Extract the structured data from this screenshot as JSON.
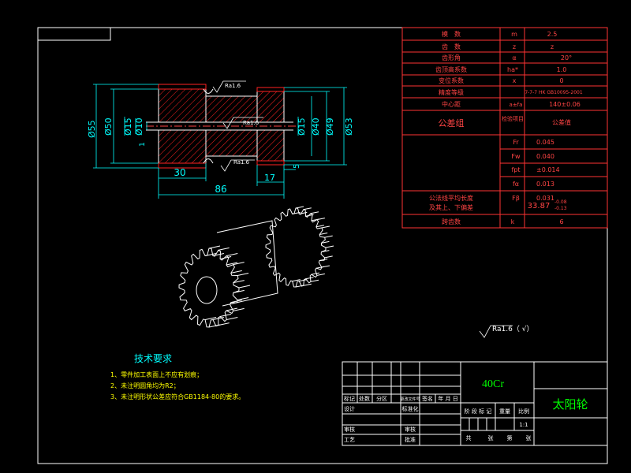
{
  "params_table": {
    "rows": [
      {
        "name": "模　数",
        "symbol": "m",
        "value": "2.5"
      },
      {
        "name": "齿　数",
        "symbol": "z",
        "value": "z"
      },
      {
        "name": "齿形角",
        "symbol": "α",
        "value": "20°"
      },
      {
        "name": "齿顶高系数",
        "symbol": "ha*",
        "value": "1.0"
      },
      {
        "name": "变位系数",
        "symbol": "x",
        "value": "0"
      },
      {
        "name": "精度等级",
        "symbol": "",
        "value": "7-7-7 HK GB10095-2001"
      },
      {
        "name": "中心距",
        "symbol": "a±fa",
        "value": "140±0.06"
      }
    ],
    "tolerance_group": {
      "label": "公差组",
      "sub_header": "检验项目",
      "value_header": "公差值",
      "items": [
        {
          "symbol": "Fr",
          "value": "0.045"
        },
        {
          "symbol": "Fw",
          "value": "0.040"
        },
        {
          "symbol": "fpt",
          "value": "±0.014"
        },
        {
          "symbol": "fα",
          "value": "0.013"
        },
        {
          "symbol": "Fβ",
          "value": "0.031"
        }
      ]
    },
    "span_row": {
      "label_line1": "公法线平均长度",
      "label_line2": "及其上、下偏差",
      "value": "33.87",
      "dev_upper": "-0.08",
      "dev_lower": "-0.13"
    },
    "last_row": {
      "name": "跨齿数",
      "symbol": "k",
      "value": "6"
    }
  },
  "dimensions": {
    "d55": "Ø55",
    "d50": "Ø50",
    "d15": "Ø15",
    "d10": "Ø10",
    "d15r": "Ø15",
    "d40": "Ø40",
    "d49": "Ø49",
    "d53": "Ø53",
    "len86": "86",
    "len30": "30",
    "len17": "17",
    "len5": "5",
    "dim1": "1",
    "ra_top": "Ra1.6",
    "ra_mid": "Ra1.6",
    "ra_bot": "Ra1.6"
  },
  "roughness_note": "Ra1.6（ √）",
  "tech_req": {
    "title": "技术要求",
    "items": [
      "1、零件加工表面上不应有划痕；",
      "2、未注明圆角均为R2；",
      "3、未注明形状公差应符合GB1184-80的要求。"
    ]
  },
  "title_block": {
    "material": "40Cr",
    "part_name": "太阳轮",
    "header_cells": [
      "标记",
      "处数",
      "分区",
      "更改文件号",
      "签名",
      "年 月 日"
    ],
    "left_rows": [
      "设计",
      "",
      "审核",
      "工艺"
    ],
    "mid_rows": [
      "标准化",
      "",
      "审核",
      "批准"
    ],
    "stage_labels": [
      "阶 段 标 记",
      "重量",
      "比例"
    ],
    "scale": "1:1",
    "sheet_row": [
      "共",
      "张",
      "第",
      "张"
    ]
  },
  "colors": {
    "background": "#000000",
    "frame": "#ffffff",
    "table_lines": "#ff3333",
    "red_text": "#ff4444",
    "dims": "#00ffff",
    "hatch": "#ff2222",
    "part_outline": "#ffffff",
    "title_block_green": "#00ff00",
    "yellow": "#ffff00"
  }
}
